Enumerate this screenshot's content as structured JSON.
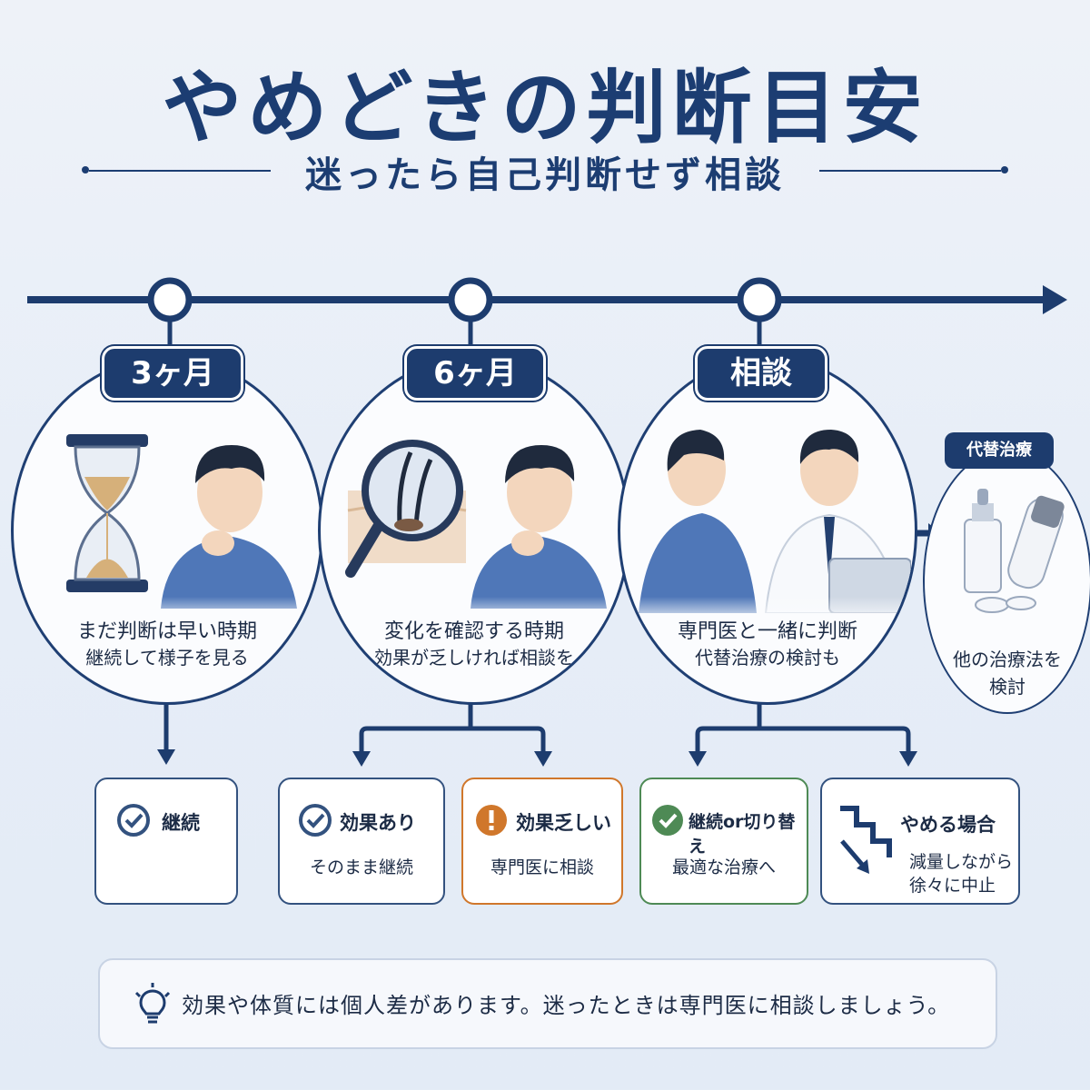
{
  "title": "やめどきの判断目安",
  "subtitle": "迷ったら自己判断せず相談",
  "stages": [
    {
      "label": "3ヶ月",
      "line1": "まだ判断は早い時期",
      "line2": "継続して様子を見る"
    },
    {
      "label": "6ヶ月",
      "line1": "変化を確認する時期",
      "line2": "効果が乏しければ相談を"
    },
    {
      "label": "相談",
      "line1": "専門医と一緒に判断",
      "line2": "代替治療の検討も"
    }
  ],
  "alternative": {
    "label": "代替治療",
    "line1": "他の治療法を",
    "line2": "検討"
  },
  "outcomes": [
    {
      "title": "継続",
      "sub": "",
      "icon": "check-icon",
      "color": "#33527f"
    },
    {
      "title": "効果あり",
      "sub": "そのまま継続",
      "icon": "check-icon",
      "color": "#33527f"
    },
    {
      "title": "効果乏しい",
      "sub": "専門医に相談",
      "icon": "exclamation-icon",
      "color": "#d0772b"
    },
    {
      "title": "継続or切り替え",
      "sub": "最適な治療へ",
      "icon": "check-icon",
      "color": "#4e8a55"
    },
    {
      "title": "やめる場合",
      "sub1": "減量しながら",
      "sub2": "徐々に中止",
      "icon": "step-down-icon",
      "color": "#33527f"
    }
  ],
  "note": "効果や体質には個人差があります。迷ったときは専門医に相談しましょう。"
}
